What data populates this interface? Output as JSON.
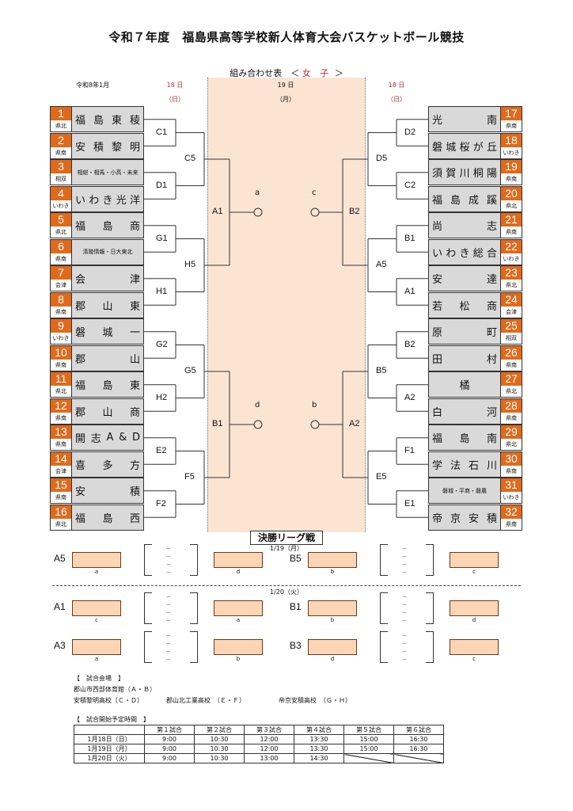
{
  "title": "令和７年度　福島県高等学校新人体育大会バスケットボール競技",
  "subtitle": {
    "prefix": "組み合わせ表　＜",
    "category": "女 子",
    "suffix": "＞"
  },
  "era_month": "令和8年1月",
  "days": {
    "left": {
      "date": "18 日",
      "weekday": "（日）"
    },
    "center": {
      "date": "19 日",
      "weekday": "（月）"
    },
    "right": {
      "date": "18 日",
      "weekday": "（日）"
    }
  },
  "colors": {
    "seed_orange": "#e06a1c",
    "name_gray": "#d9d9d9",
    "center_peach": "#fce4d3",
    "box_peach": "#fcd5b5",
    "accent_red": "#c0302a"
  },
  "left_seeds": [
    {
      "num": "1",
      "region": "県北",
      "name": [
        "福",
        "島",
        "東",
        "稜"
      ],
      "style": ""
    },
    {
      "num": "2",
      "region": "県南",
      "name": [
        "安",
        "積",
        "黎",
        "明"
      ],
      "style": ""
    },
    {
      "num": "3",
      "region": "相双",
      "name": [
        "相総・相馬・小高・未来"
      ],
      "style": "small"
    },
    {
      "num": "4",
      "region": "いわき",
      "name": [
        "い",
        "わ",
        "き",
        "光",
        "洋"
      ],
      "style": ""
    },
    {
      "num": "5",
      "region": "県北",
      "name": [
        "福",
        "島",
        "商"
      ],
      "style": ""
    },
    {
      "num": "6",
      "region": "県南",
      "name": [
        "清陵情報・日大東北"
      ],
      "style": "small"
    },
    {
      "num": "7",
      "region": "会津",
      "name": [
        "会",
        "津"
      ],
      "style": ""
    },
    {
      "num": "8",
      "region": "県南",
      "name": [
        "郡",
        "山",
        "東"
      ],
      "style": ""
    },
    {
      "num": "9",
      "region": "いわき",
      "name": [
        "磐",
        "城",
        "一"
      ],
      "style": ""
    },
    {
      "num": "10",
      "region": "県南",
      "name": [
        "郡",
        "山"
      ],
      "style": ""
    },
    {
      "num": "11",
      "region": "県北",
      "name": [
        "福",
        "島",
        "東"
      ],
      "style": ""
    },
    {
      "num": "12",
      "region": "県南",
      "name": [
        "郡",
        "山",
        "商"
      ],
      "style": ""
    },
    {
      "num": "13",
      "region": "県南",
      "name": [
        "開",
        "志",
        "A",
        "&",
        "D"
      ],
      "style": ""
    },
    {
      "num": "14",
      "region": "会津",
      "name": [
        "喜",
        "多",
        "方"
      ],
      "style": ""
    },
    {
      "num": "15",
      "region": "県南",
      "name": [
        "安",
        "積"
      ],
      "style": ""
    },
    {
      "num": "16",
      "region": "県北",
      "name": [
        "福",
        "島",
        "西"
      ],
      "style": ""
    }
  ],
  "right_seeds": [
    {
      "num": "17",
      "region": "県南",
      "name": [
        "光",
        "南"
      ],
      "style": ""
    },
    {
      "num": "18",
      "region": "いわき",
      "name": [
        "磐",
        "城",
        "桜",
        "が",
        "丘"
      ],
      "style": ""
    },
    {
      "num": "19",
      "region": "県南",
      "name": [
        "須",
        "賀",
        "川",
        "桐",
        "陽"
      ],
      "style": ""
    },
    {
      "num": "20",
      "region": "県北",
      "name": [
        "福",
        "島",
        "成",
        "蹊"
      ],
      "style": ""
    },
    {
      "num": "21",
      "region": "県南",
      "name": [
        "尚",
        "志"
      ],
      "style": ""
    },
    {
      "num": "22",
      "region": "いわき",
      "name": [
        "い",
        "わ",
        "き",
        "総",
        "合"
      ],
      "style": ""
    },
    {
      "num": "23",
      "region": "県北",
      "name": [
        "安",
        "達"
      ],
      "style": ""
    },
    {
      "num": "24",
      "region": "会津",
      "name": [
        "若",
        "松",
        "商"
      ],
      "style": ""
    },
    {
      "num": "25",
      "region": "相双",
      "name": [
        "原",
        "町"
      ],
      "style": ""
    },
    {
      "num": "26",
      "region": "県南",
      "name": [
        "田",
        "村"
      ],
      "style": ""
    },
    {
      "num": "27",
      "region": "県北",
      "name": [
        "橘"
      ],
      "style": "center"
    },
    {
      "num": "28",
      "region": "県南",
      "name": [
        "白",
        "河"
      ],
      "style": ""
    },
    {
      "num": "29",
      "region": "県北",
      "name": [
        "福",
        "島",
        "南"
      ],
      "style": ""
    },
    {
      "num": "30",
      "region": "県南",
      "name": [
        "学",
        "法",
        "石",
        "川"
      ],
      "style": ""
    },
    {
      "num": "31",
      "region": "いわき",
      "name": [
        "磐城・平商・磐農"
      ],
      "style": "small"
    },
    {
      "num": "32",
      "region": "県南",
      "name": [
        "帝",
        "京",
        "安",
        "積"
      ],
      "style": ""
    }
  ],
  "left_round1": [
    "C1",
    "D1",
    "G1",
    "H1",
    "G2",
    "H2",
    "E2",
    "F2"
  ],
  "left_round2": [
    "C5",
    "H5",
    "G5",
    "F5"
  ],
  "left_round3": [
    "A1",
    "B1"
  ],
  "right_round1": [
    "D2",
    "C2",
    "B1",
    "A1",
    "B2",
    "A2",
    "F1",
    "E1"
  ],
  "right_round2": [
    "D5",
    "A5",
    "B5",
    "E5"
  ],
  "right_round3": [
    "B2",
    "A2"
  ],
  "center_slots": {
    "top_left": "a",
    "top_right": "c",
    "bottom_left": "d",
    "bottom_right": "b"
  },
  "final_league": {
    "title": "決勝リーグ戦",
    "day1": "1/19（月）",
    "day2": "1/20（火）",
    "score_dash": "－",
    "games": [
      {
        "game": "A5",
        "team1": "a",
        "team2": "d"
      },
      {
        "game": "B5",
        "team1": "b",
        "team2": "c"
      },
      {
        "game": "A1",
        "team1": "c",
        "team2": "a"
      },
      {
        "game": "B1",
        "team1": "b",
        "team2": "d"
      },
      {
        "game": "A3",
        "team1": "a",
        "team2": "b"
      },
      {
        "game": "B3",
        "team1": "d",
        "team2": "c"
      }
    ]
  },
  "venues": {
    "heading": "【　試合会場　】",
    "line1": "郡山市西部体育館（Ａ・Ｂ）",
    "line2": [
      "安積黎明高校（Ｃ・Ｄ）",
      "郡山北工業高校　（Ｅ・Ｆ）",
      "帝京安積高校　（Ｇ・Ｈ）"
    ]
  },
  "schedule": {
    "heading": "【　試合開始予定時間　】",
    "columns": [
      "",
      "第１試合",
      "第２試合",
      "第３試合",
      "第４試合",
      "第５試合",
      "第６試合"
    ],
    "rows": [
      [
        "1月18日（日）",
        "9:00",
        "10:30",
        "12:00",
        "13:30",
        "15:00",
        "16:30"
      ],
      [
        "1月19日（月）",
        "9:00",
        "10:30",
        "12:00",
        "13:30",
        "15:00",
        "16:30"
      ],
      [
        "1月20日（火）",
        "9:00",
        "10:30",
        "13:00",
        "14:30",
        "",
        ""
      ]
    ]
  }
}
